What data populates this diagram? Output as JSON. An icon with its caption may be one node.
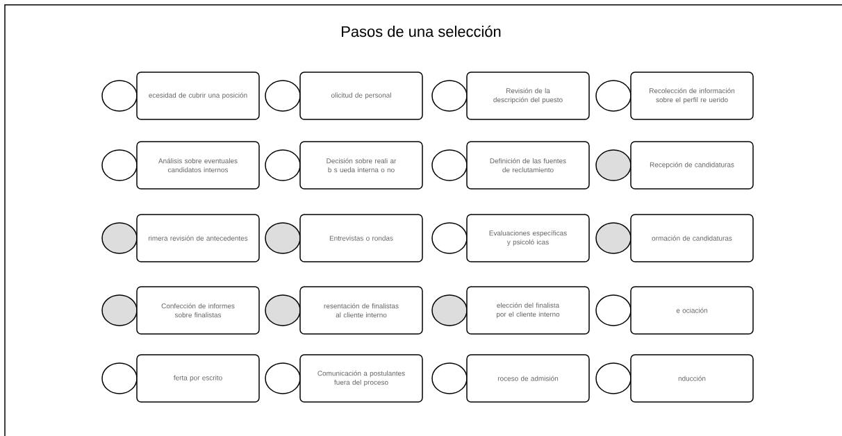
{
  "diagram": {
    "title": "Pasos de una selección",
    "nodes": [
      {
        "text": [
          "ecesidad de cubrir una posición"
        ]
      },
      {
        "text": [
          "olicitud de personal"
        ]
      },
      {
        "text": [
          "Revisión de la descripción del puesto"
        ]
      },
      {
        "text": [
          "Recolección de información sobre el perfil re uerido"
        ]
      },
      {
        "text": [
          "Análisis sobre eventuales candidatos internos"
        ]
      },
      {
        "text": [
          "Decisión sobre reali ar b s ueda interna o no"
        ]
      },
      {
        "text": [
          "Definición de las fuentes de reclutamiento"
        ]
      },
      {
        "text": [
          "Recepción de candidaturas"
        ]
      },
      {
        "text": [
          "rimera revisión de antecedentes"
        ]
      },
      {
        "text": [
          "Entrevistas o rondas"
        ]
      },
      {
        "text": [
          "Evaluaciones específicas y psicoló icas"
        ]
      },
      {
        "text": [
          "ormación de candidaturas"
        ]
      },
      {
        "text": [
          "Confección de informes sobre finalistas"
        ]
      },
      {
        "text": [
          "resentación de finalistas al cliente interno"
        ]
      },
      {
        "text": [
          "elección del finalista por el cliente interno"
        ]
      },
      {
        "text": [
          "e ociación"
        ]
      },
      {
        "text": [
          "ferta por escrito"
        ]
      },
      {
        "text": [
          "Comunicación a postulantes fuera del proceso"
        ]
      },
      {
        "text": [
          "roceso de admisión"
        ]
      },
      {
        "text": [
          "nducción"
        ]
      }
    ]
  }
}
